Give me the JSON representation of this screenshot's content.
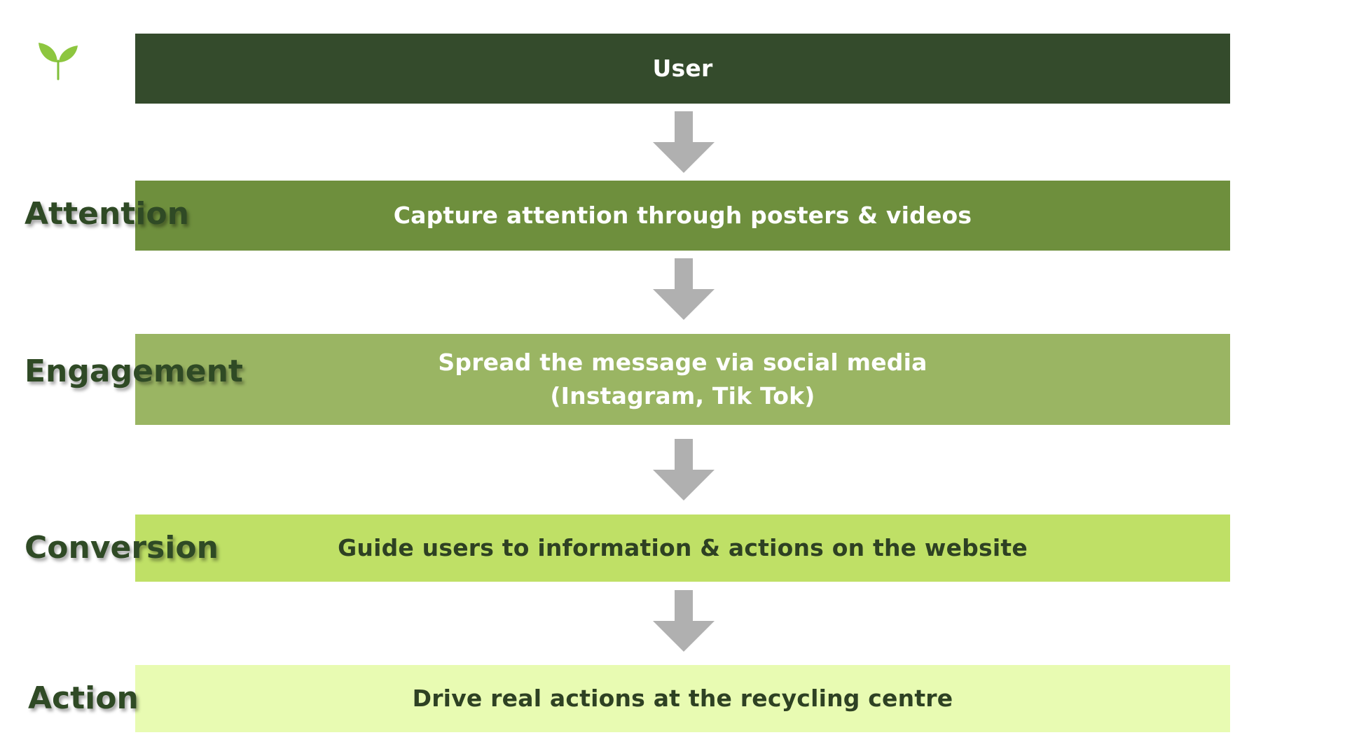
{
  "diagram": {
    "logo_icon": "sprout-leaf-icon",
    "arrow_icon": "down-arrow-icon",
    "colors": {
      "arrow": "#b0b0b0",
      "label": "#2f4a25"
    },
    "stages": [
      {
        "label": "",
        "lines": [
          "User"
        ],
        "bg": "#344b2c",
        "text_color": "#ffffff"
      },
      {
        "label": "Attention",
        "lines": [
          "Capture attention through posters & videos"
        ],
        "bg": "#6e8f3d",
        "text_color": "#ffffff"
      },
      {
        "label": "Engagement",
        "lines": [
          "Spread the message via social media",
          "(Instagram, Tik Tok)"
        ],
        "bg": "#9ab563",
        "text_color": "#ffffff"
      },
      {
        "label": "Conversion",
        "lines": [
          "Guide users to information & actions on the website"
        ],
        "bg": "#bfe066",
        "text_color": "#2e4123"
      },
      {
        "label": "Action",
        "lines": [
          "Drive real actions at the recycling centre"
        ],
        "bg": "#e8fbb2",
        "text_color": "#2e4123"
      }
    ]
  }
}
